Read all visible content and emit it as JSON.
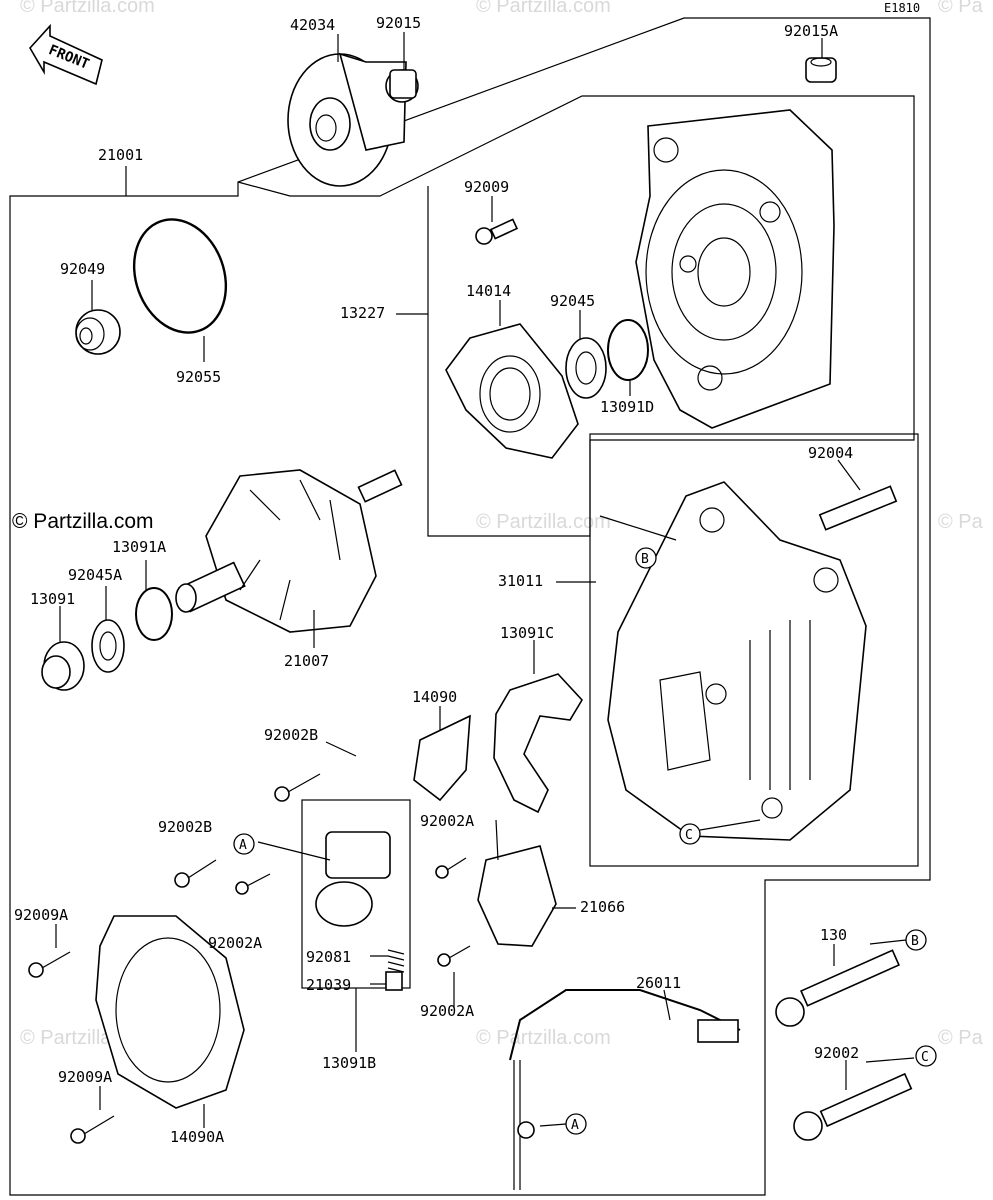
{
  "diagram_code": "E1810",
  "front_label": "FRONT",
  "watermark": "© Partzilla.com",
  "watermark_top_a": "© Partzilla.com",
  "watermark_top_b": "© Partzilla.com",
  "watermark_top_c": "© Pa",
  "watermark_mid_b": "© Partzilla.com",
  "watermark_mid_c": "© Pa",
  "watermark_low_a": "© Partzilla.com",
  "watermark_low_b": "© Partzilla.com",
  "watermark_low_c": "© Pa",
  "parts": {
    "p42034": "42034",
    "p92015": "92015",
    "p92015A": "92015A",
    "p21001": "21001",
    "p92049": "92049",
    "p92055": "92055",
    "p92009": "92009",
    "p13227": "13227",
    "p14014": "14014",
    "p92045": "92045",
    "p13091D": "13091D",
    "p92004": "92004",
    "p13091A": "13091A",
    "p92045A": "92045A",
    "p13091": "13091",
    "p21007": "21007",
    "p31011": "31011",
    "p13091C": "13091C",
    "p14090": "14090",
    "p92002B_top": "92002B",
    "p92002B_left": "92002B",
    "p92002A_right": "92002A",
    "p92002A_left": "92002A",
    "p21066": "21066",
    "p92009A_top": "92009A",
    "p92081": "92081",
    "p21039": "21039",
    "p92002A_bottom": "92002A",
    "p26011": "26011",
    "p130": "130",
    "p92002": "92002",
    "p13091B": "13091B",
    "p92009A_bottom": "92009A",
    "p14090A": "14090A"
  },
  "callouts": {
    "b_top": "B",
    "c_top": "C",
    "a_left": "A",
    "b_right": "B",
    "c_right": "C",
    "a_bottom": "A"
  }
}
